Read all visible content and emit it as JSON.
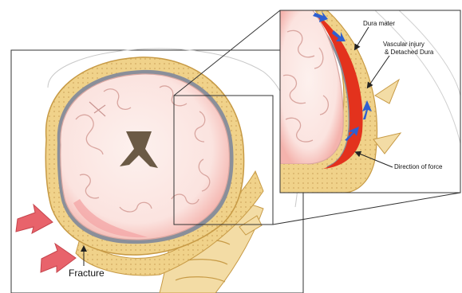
{
  "labels": {
    "fracture": "Fracture",
    "dura_mater": "Dura mater",
    "vascular_line1": "Vascular injury",
    "vascular_line2": "& Detached Dura",
    "direction_of_force": "Direction of force"
  },
  "colors": {
    "skull": "#f0d28a",
    "skull_edge": "#c79a45",
    "bone_dot": "#d9b36a",
    "brain": "#fbe3df",
    "brain_edge": "#d9a6a0",
    "brain_contusion": "#f4a7a7",
    "dura": "#8a8f9a",
    "hematoma": "#e3321d",
    "force_arrow": "#e8636b",
    "blue_arrow": "#2f5fd0",
    "ventricle": "#6b5a45",
    "frame": "#333333"
  },
  "icons": [
    "impact-force-arrow",
    "blood-flow-arrow",
    "pointer-arrow"
  ]
}
